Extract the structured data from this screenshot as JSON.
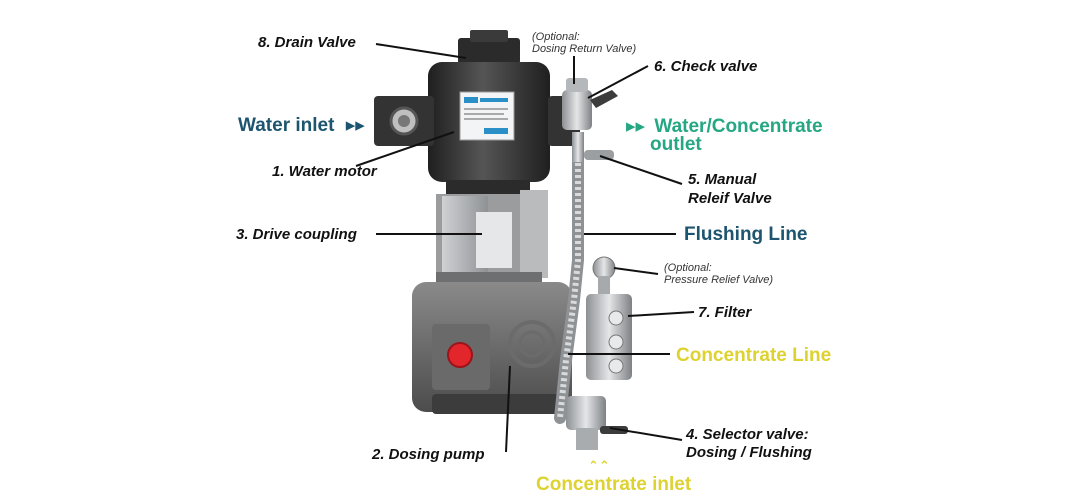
{
  "colors": {
    "blue": "#1d5470",
    "teal": "#25a783",
    "yellow": "#ded231",
    "body": "#3a3a3a",
    "steel": "#c7c9cb"
  },
  "labels": {
    "drain_valve": "8. Drain Valve",
    "water_motor": "1. Water motor",
    "drive_coupling": "3. Drive coupling",
    "dosing_pump": "2. Dosing pump",
    "check_valve": "6. Check valve",
    "manual_relief_line1": "5. Manual",
    "manual_relief_line2": "Releif Valve",
    "filter": "7. Filter",
    "selector_line1": "4. Selector valve:",
    "selector_line2": "Dosing / Flushing"
  },
  "notes": {
    "dosing_return_line1": "(Optional:",
    "dosing_return_line2": "Dosing Return Valve)",
    "pressure_relief_line1": "(Optional:",
    "pressure_relief_line2": "Pressure Relief Valve)"
  },
  "flows": {
    "water_inlet": "Water inlet",
    "water_inlet_mark": "▸▸",
    "outlet_mark": "▸▸",
    "outlet_line1": "Water/Concentrate",
    "outlet_line2": "outlet",
    "flushing_line": "Flushing Line",
    "concentrate_line": "Concentrate Line",
    "concentrate_inlet": "Concentrate inlet",
    "concentrate_inlet_mark": "⌃⌃"
  },
  "icons": {
    "motor": "water-motor-housing-icon",
    "pump": "dosing-pump-body-icon",
    "brand": "brand-logo-icon"
  }
}
